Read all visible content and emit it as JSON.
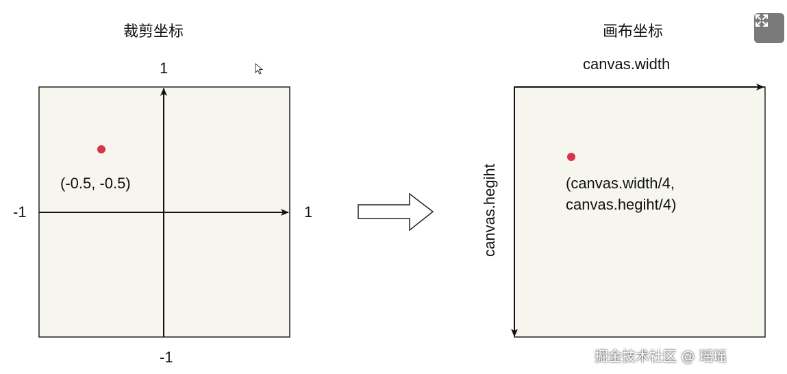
{
  "left_diagram": {
    "title": "裁剪坐标",
    "axis_top": "1",
    "axis_bottom": "-1",
    "axis_left": "-1",
    "axis_right": "1",
    "point_label": "(-0.5, -0.5)"
  },
  "right_diagram": {
    "title": "画布坐标",
    "top_label": "canvas.width",
    "side_label": "canvas.hegiht",
    "point_label_line1": "(canvas.width/4,",
    "point_label_line2": "canvas.hegiht/4)"
  },
  "colors": {
    "panel_fill": "#f6f5ee",
    "point": "#d9334a",
    "button": "#7a7a7a"
  },
  "icons": {
    "transform_arrow": "hollow-right-arrow",
    "expand": "expand-icon",
    "cursor": "mouse-pointer-icon"
  },
  "watermark": "掘金技术社区 @ 瑶瑶"
}
